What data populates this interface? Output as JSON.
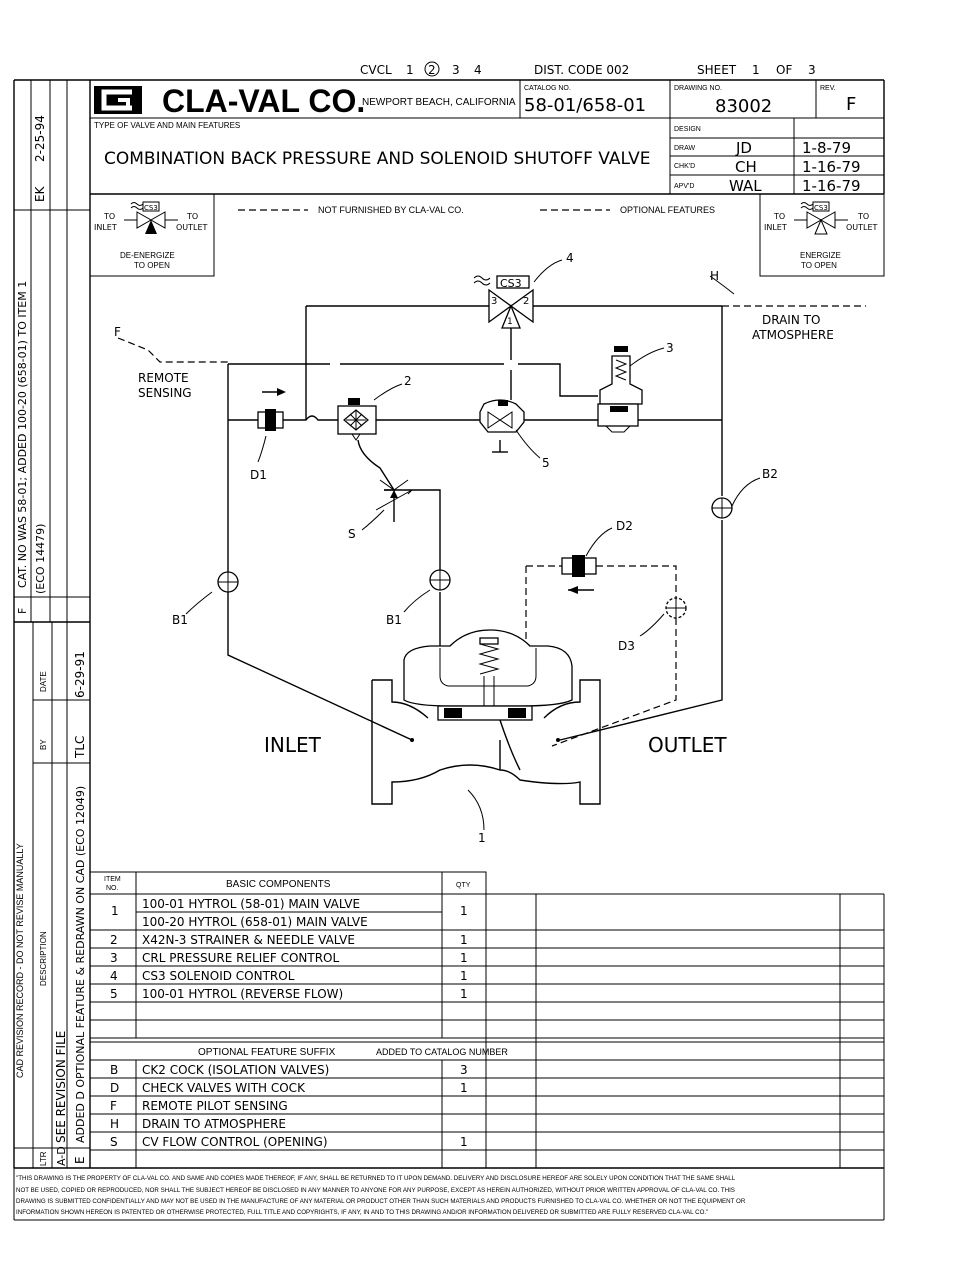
{
  "header": {
    "cvcl_label": "CVCL",
    "cvcl_numbers": [
      "1",
      "2",
      "3",
      "4"
    ],
    "dist_code": "DIST. CODE 002",
    "sheet_label": "SHEET",
    "sheet_num": "1",
    "sheet_of": "OF",
    "sheet_total": "3",
    "company": "CLA-VAL CO.",
    "location": "NEWPORT BEACH, CALIFORNIA",
    "catalog_label": "CATALOG NO.",
    "catalog_no": "58-01/658-01",
    "drawing_label": "DRAWING NO.",
    "drawing_no": "83002",
    "rev_label": "REV.",
    "rev": "F",
    "type_label": "TYPE OF VALVE AND MAIN FEATURES",
    "title": "COMBINATION BACK PRESSURE AND SOLENOID SHUTOFF VALVE",
    "design_label": "DESIGN",
    "sign": [
      {
        "role": "DRAW",
        "name": "JD",
        "date": "1-8-79"
      },
      {
        "role": "CHK'D",
        "name": "CH",
        "date": "1-16-79"
      },
      {
        "role": "APV'D",
        "name": "WAL",
        "date": "1-16-79"
      }
    ]
  },
  "revision_sidebar": {
    "upper_date": "2-25-94",
    "upper_by": "EK",
    "upper_desc": "CAT. NO WAS 58-01; ADDED 100-20 (658-01) TO ITEM 1",
    "upper_eco": "(ECO 14479)",
    "upper_ltr": "F",
    "date_label": "DATE",
    "by_label": "BY",
    "desc_label": "DESCRIPTION",
    "ltr_label": "LTR",
    "lower_date": "6-29-91",
    "lower_by": "TLC",
    "lower_desc": "ADDED D OPTIONAL FEATURE & REDRAWN ON CAD (ECO 12049)",
    "lower_ltr": "E",
    "see_file": "SEE REVISION FILE",
    "a_d": "A-D",
    "cad_note": "CAD REVISION RECORD - DO NOT REVISE MANUALLY"
  },
  "legend": {
    "not_furnished": "NOT FURNISHED BY CLA-VAL CO.",
    "optional": "OPTIONAL FEATURES",
    "left_box": {
      "inlet": "TO INLET",
      "outlet": "TO OUTLET",
      "tag": "CS3",
      "caption": "DE-ENERGIZE TO OPEN"
    },
    "right_box": {
      "inlet": "TO INLET",
      "outlet": "TO OUTLET",
      "tag": "CS3",
      "caption": "ENERGIZE TO OPEN"
    }
  },
  "diagram": {
    "cs3_tag": "CS3",
    "ports": [
      "1",
      "2",
      "3"
    ],
    "labels": {
      "f": "F",
      "h": "H",
      "remote": "REMOTE",
      "sensing": "SENSING",
      "drain1": "DRAIN TO",
      "drain2": "ATMOSPHERE",
      "n1": "1",
      "n2": "2",
      "n3": "3",
      "n4": "4",
      "n5": "5",
      "d1": "D1",
      "d2": "D2",
      "d3": "D3",
      "s": "S",
      "b1a": "B1",
      "b1b": "B1",
      "b2": "B2",
      "inlet": "INLET",
      "outlet": "OUTLET"
    }
  },
  "basic_components": {
    "item_header": "ITEM NO.",
    "desc_header": "BASIC COMPONENTS",
    "qty_header": "QTY",
    "rows": [
      {
        "item": "1",
        "desc": "100-01 HYTROL (58-01) MAIN VALVE",
        "qty": "1"
      },
      {
        "item": "",
        "desc": "100-20 HYTROL (658-01) MAIN VALVE",
        "qty": ""
      },
      {
        "item": "2",
        "desc": "X42N-3 STRAINER & NEEDLE VALVE",
        "qty": "1"
      },
      {
        "item": "3",
        "desc": "CRL PRESSURE RELIEF CONTROL",
        "qty": "1"
      },
      {
        "item": "4",
        "desc": "CS3 SOLENOID CONTROL",
        "qty": "1"
      },
      {
        "item": "5",
        "desc": "100-01 HYTROL (REVERSE FLOW)",
        "qty": "1"
      }
    ]
  },
  "optional_features": {
    "header": "OPTIONAL FEATURE SUFFIX",
    "note": "ADDED TO CATALOG NUMBER",
    "rows": [
      {
        "suffix": "B",
        "desc": "CK2 COCK (ISOLATION VALVES)",
        "qty": "3"
      },
      {
        "suffix": "D",
        "desc": "CHECK VALVES WITH COCK",
        "qty": "1"
      },
      {
        "suffix": "F",
        "desc": "REMOTE PILOT SENSING",
        "qty": ""
      },
      {
        "suffix": "H",
        "desc": "DRAIN TO ATMOSPHERE",
        "qty": ""
      },
      {
        "suffix": "S",
        "desc": "CV FLOW CONTROL (OPENING)",
        "qty": "1"
      }
    ]
  },
  "footer": {
    "lines": [
      "\"THIS DRAWING IS THE PROPERTY OF CLA-VAL CO. AND SAME AND COPIES MADE THEREOF, IF ANY, SHALL BE RETURNED TO IT UPON DEMAND. DELIVERY AND DISCLOSURE HEREOF ARE SOLELY UPON CONDITION THAT THE SAME SHALL",
      "NOT BE USED, COPIED OR REPRODUCED, NOR SHALL THE SUBJECT HEREOF BE DISCLOSED IN ANY MANNER TO ANYONE FOR ANY PURPOSE, EXCEPT AS HEREIN AUTHORIZED, WITHOUT PRIOR WRITTEN APPROVAL OF CLA-VAL CO. THIS",
      "DRAWING IS SUBMITTED CONFIDENTIALLY AND MAY NOT BE USED IN THE MANUFACTURE OF ANY MATERIAL OR PRODUCT OTHER THAN SUCH MATERIALS AND PRODUCTS FURNISHED TO CLA-VAL CO. WHETHER OR NOT THE EQUIPMENT OR",
      "INFORMATION SHOWN HEREON IS PATENTED OR OTHERWISE PROTECTED, FULL TITLE AND COPYRIGHTS, IF ANY, IN AND TO THIS DRAWING AND/OR INFORMATION DELIVERED OR SUBMITTED ARE FULLY RESERVED CLA-VAL CO.\""
    ]
  }
}
